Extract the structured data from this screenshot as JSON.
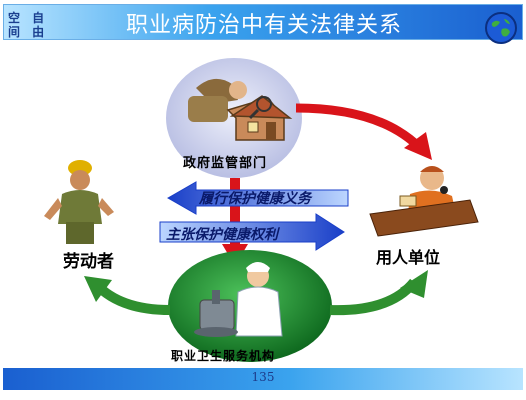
{
  "header": {
    "corner_logo_line1": "空 自",
    "corner_logo_line2": "间 由",
    "title": "职业病防治中有关法律关系"
  },
  "nodes": {
    "government": "政府监管部门",
    "worker": "劳动者",
    "employer": "用人单位",
    "health_service": "职业卫生服务机构"
  },
  "arrows": {
    "duty_label": "履行保护健康义务",
    "right_label": "主张保护健康权利"
  },
  "footer": {
    "page_number": "135"
  },
  "colors": {
    "red_arrow": "#d9141a",
    "green_arrow": "#2f8f2f",
    "blue_arrow": "#1f5fd8",
    "gov_circle": "#cfd4ee",
    "service_circle": "#1f8a2e"
  }
}
